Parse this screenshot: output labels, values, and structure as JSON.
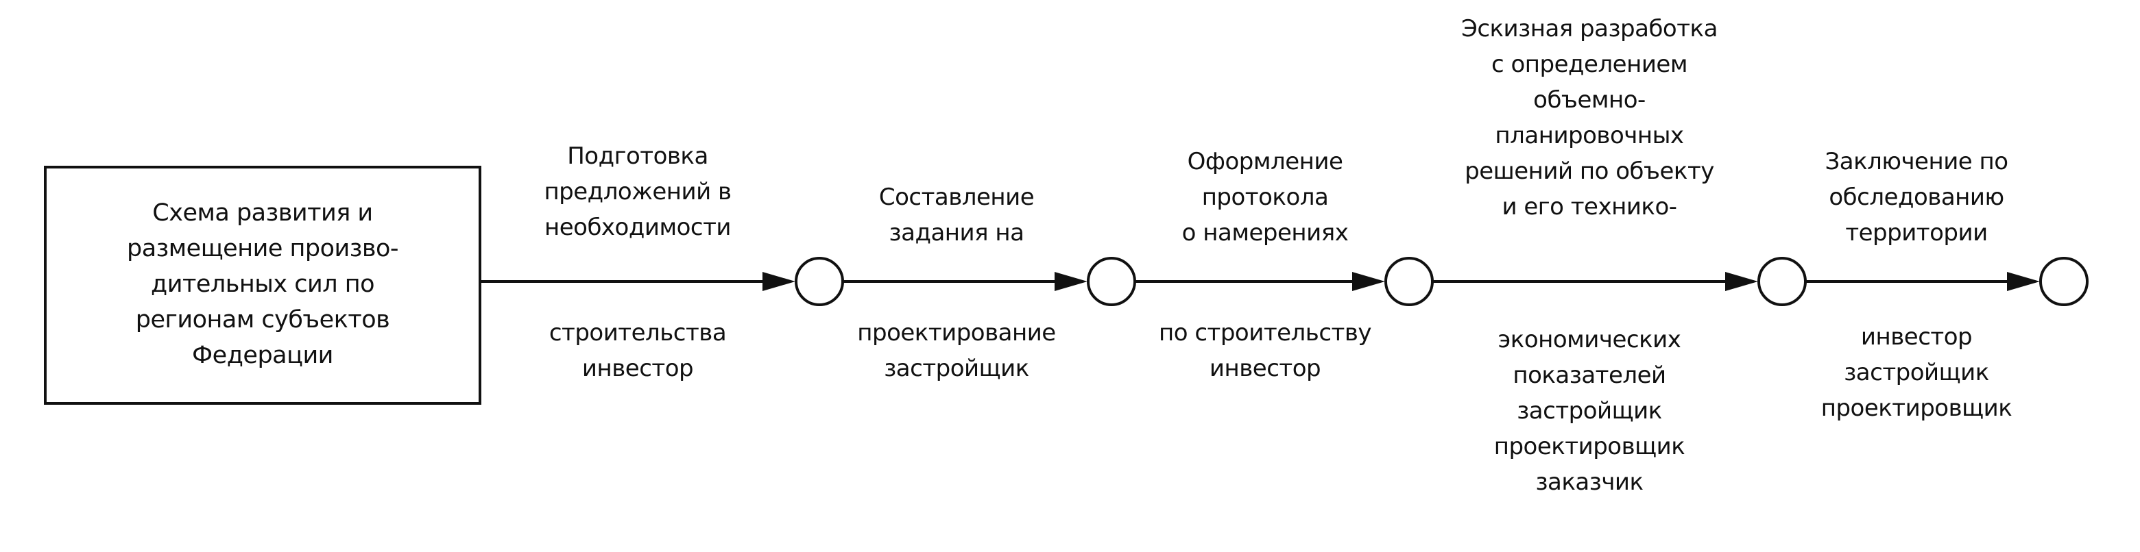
{
  "colors": {
    "line": "#111111",
    "background": "#ffffff"
  },
  "source_box": {
    "lines": [
      "Схема развития и",
      "размещение произво-",
      "дительных сил по",
      "регионам субъектов",
      "Федерации"
    ]
  },
  "edges": [
    {
      "above": [
        "Подготовка",
        "предложений в",
        "необходимости"
      ],
      "below": [
        "строительства",
        "инвестор"
      ]
    },
    {
      "above": [
        "Составление",
        "задания на"
      ],
      "below": [
        "проектирование",
        "застройщик"
      ]
    },
    {
      "above": [
        "Оформление",
        "протокола",
        "о намерениях"
      ],
      "below": [
        "по строительству",
        "инвестор"
      ]
    },
    {
      "above": [
        "Эскизная разработка",
        "с определением",
        "объемно-",
        "планировочных",
        "решений по объекту",
        "и его технико-"
      ],
      "below": [
        "экономических",
        "показателей",
        "застройщик",
        "проектировщик",
        "заказчик"
      ]
    },
    {
      "above": [
        "Заключение по",
        "обследованию",
        "территории"
      ],
      "below": [
        "инвестор",
        "застройщик",
        "проектировщик"
      ]
    }
  ]
}
